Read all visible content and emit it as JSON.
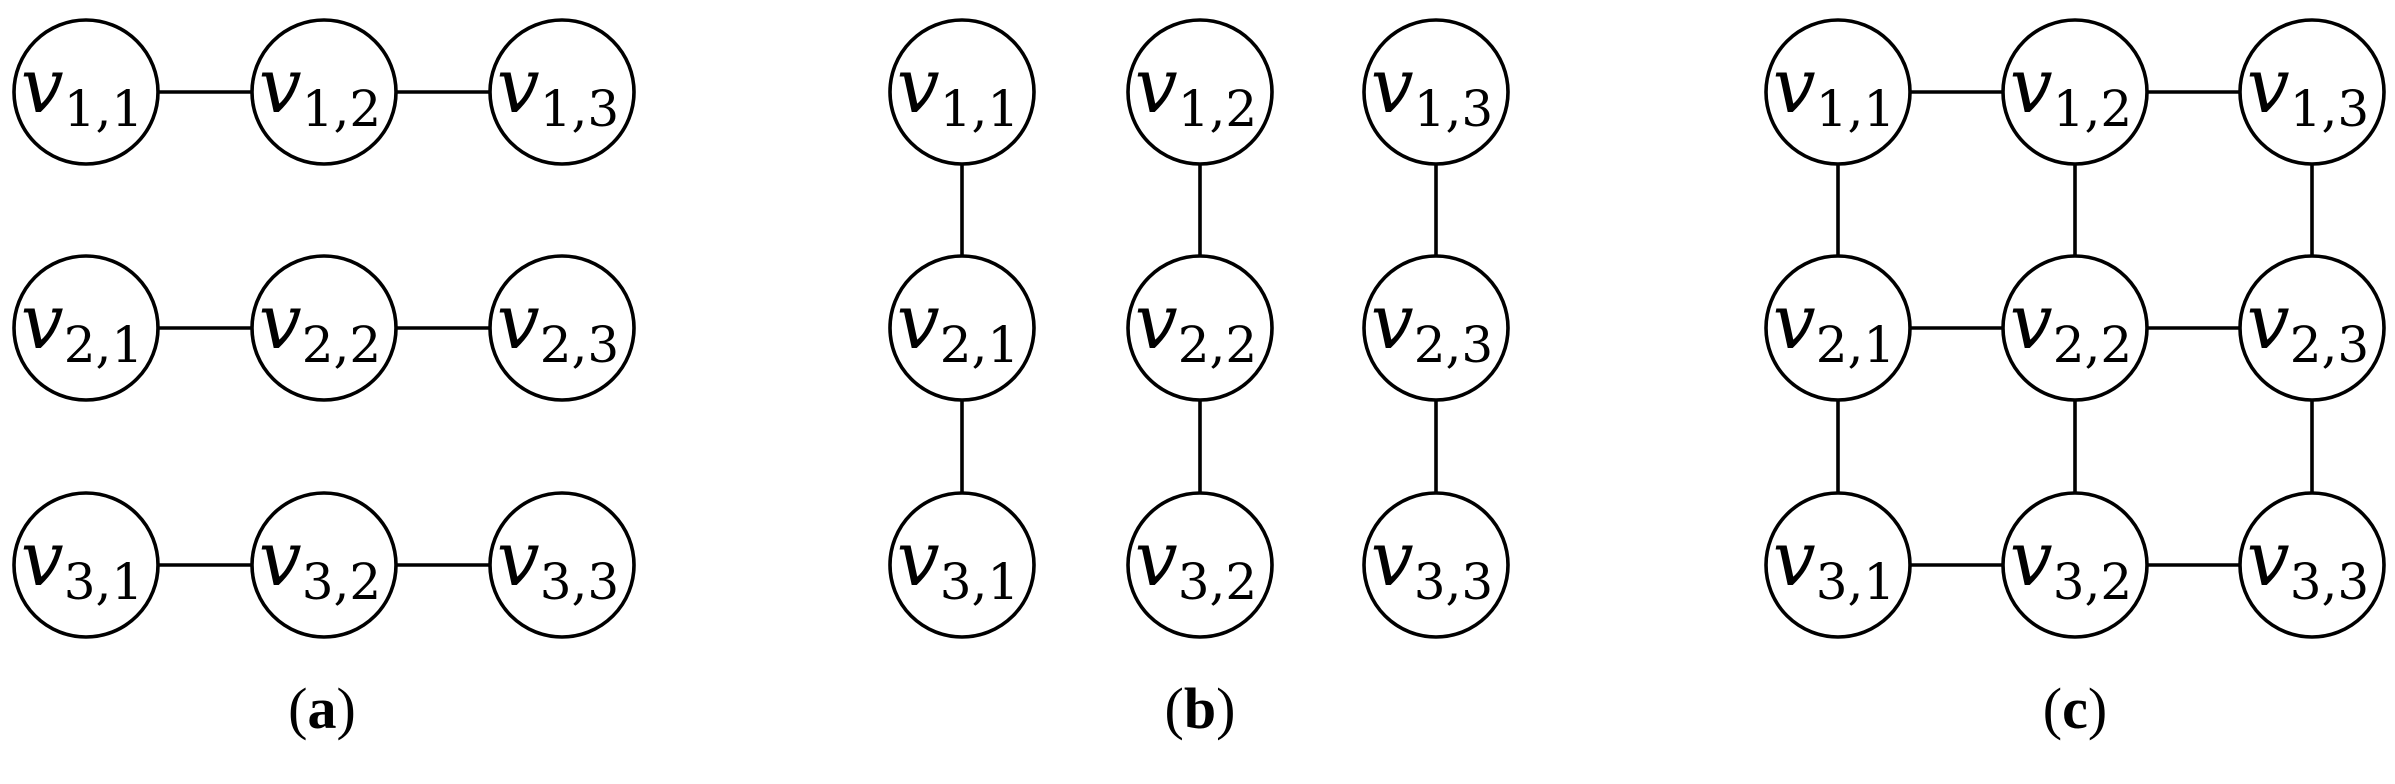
{
  "panels": [
    {
      "id": "a",
      "caption": "a",
      "connectivity": "rows",
      "nodes": [
        {
          "main": "v",
          "sub": "1,1"
        },
        {
          "main": "v",
          "sub": "1,2"
        },
        {
          "main": "v",
          "sub": "1,3"
        },
        {
          "main": "v",
          "sub": "2,1"
        },
        {
          "main": "v",
          "sub": "2,2"
        },
        {
          "main": "v",
          "sub": "2,3"
        },
        {
          "main": "v",
          "sub": "3,1"
        },
        {
          "main": "v",
          "sub": "3,2"
        },
        {
          "main": "v",
          "sub": "3,3"
        }
      ]
    },
    {
      "id": "b",
      "caption": "b",
      "connectivity": "columns",
      "nodes": [
        {
          "main": "v",
          "sub": "1,1"
        },
        {
          "main": "v",
          "sub": "1,2"
        },
        {
          "main": "v",
          "sub": "1,3"
        },
        {
          "main": "v",
          "sub": "2,1"
        },
        {
          "main": "v",
          "sub": "2,2"
        },
        {
          "main": "v",
          "sub": "2,3"
        },
        {
          "main": "v",
          "sub": "3,1"
        },
        {
          "main": "v",
          "sub": "3,2"
        },
        {
          "main": "v",
          "sub": "3,3"
        }
      ]
    },
    {
      "id": "c",
      "caption": "c",
      "connectivity": "grid",
      "nodes": [
        {
          "main": "v",
          "sub": "1,1"
        },
        {
          "main": "v",
          "sub": "1,2"
        },
        {
          "main": "v",
          "sub": "1,3"
        },
        {
          "main": "v",
          "sub": "2,1"
        },
        {
          "main": "v",
          "sub": "2,2"
        },
        {
          "main": "v",
          "sub": "2,3"
        },
        {
          "main": "v",
          "sub": "3,1"
        },
        {
          "main": "v",
          "sub": "3,2"
        },
        {
          "main": "v",
          "sub": "3,3"
        }
      ]
    }
  ],
  "caption_parens": {
    "open": "(",
    "close": ")"
  },
  "colors": {
    "stroke": "#000000",
    "fill": "#ffffff"
  }
}
